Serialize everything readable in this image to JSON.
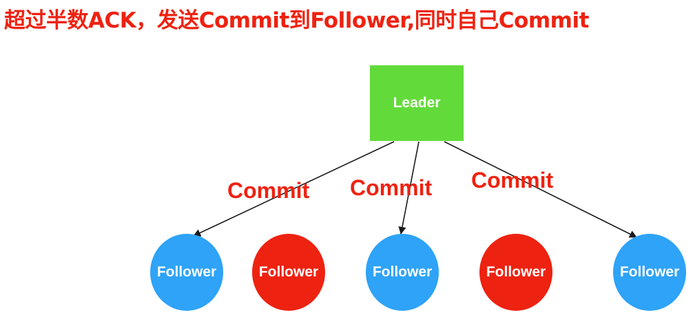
{
  "diagram": {
    "title": "超过半数ACK，发送Commit到Follower,同时自己Commit",
    "leader": {
      "label": "Leader",
      "color": "#62db3a"
    },
    "commit_labels": [
      "Commit",
      "Commit",
      "Commit"
    ],
    "followers": [
      {
        "label": "Follower",
        "color": "#2ea3f7",
        "state": "ack"
      },
      {
        "label": "Follower",
        "color": "#ee2211",
        "state": "no-ack"
      },
      {
        "label": "Follower",
        "color": "#2ea3f7",
        "state": "ack"
      },
      {
        "label": "Follower",
        "color": "#ee2211",
        "state": "no-ack"
      },
      {
        "label": "Follower",
        "color": "#2ea3f7",
        "state": "ack"
      }
    ],
    "text_color": "#ee2211",
    "edge_color": "#1a1a1a"
  }
}
